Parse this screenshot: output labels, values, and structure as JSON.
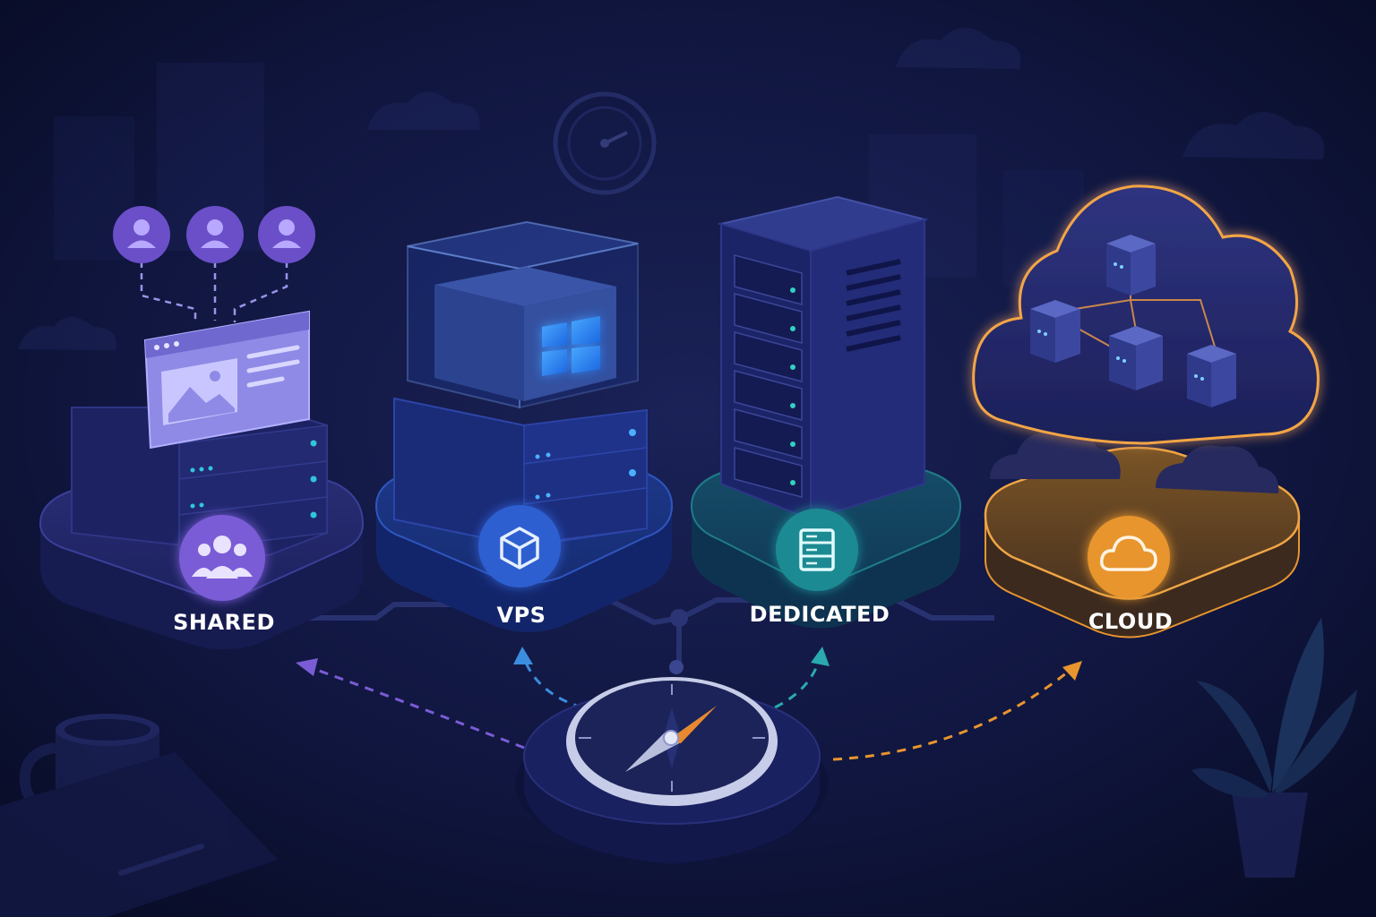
{
  "hosting_types": {
    "shared": {
      "label": "SHARED",
      "color": "#7a5cd6"
    },
    "vps": {
      "label": "VPS",
      "color": "#2f5fd0"
    },
    "dedicated": {
      "label": "DEDICATED",
      "color": "#1f8a92"
    },
    "cloud": {
      "label": "CLOUD",
      "color": "#e8952e"
    }
  },
  "icons": {
    "shared_users": "users-icon",
    "shared_platform": "group-icon",
    "vps_platform": "cube-icon",
    "dedicated_platform": "server-icon",
    "cloud_platform": "cloud-icon",
    "center": "compass-icon",
    "gauge": "speedometer-icon",
    "vps_logo": "windows-logo-icon"
  },
  "colors": {
    "background": "#0b1030",
    "arrow_shared": "#7a5cd6",
    "arrow_vps": "#3b8de0",
    "arrow_dedicated": "#2aa9b0",
    "arrow_cloud": "#e8952e"
  }
}
